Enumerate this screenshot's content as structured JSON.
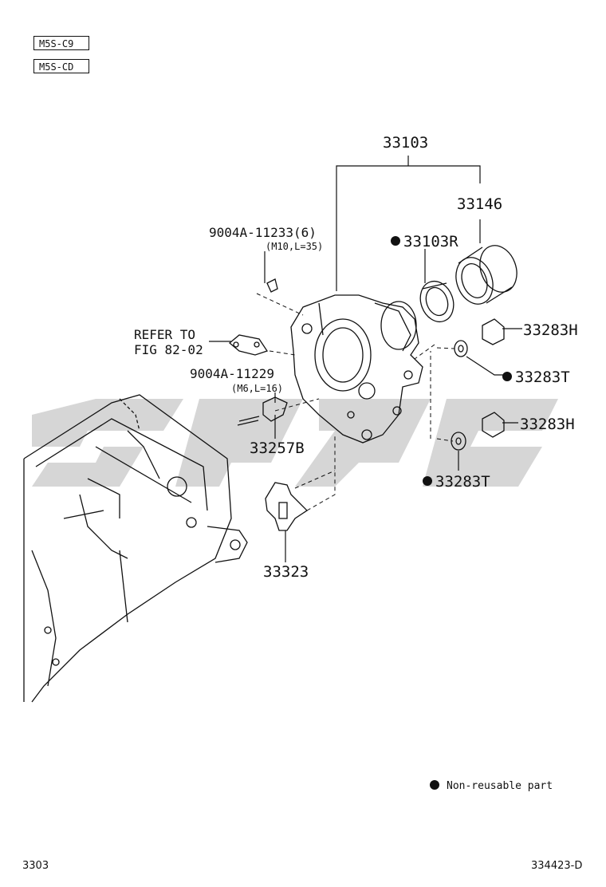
{
  "model_codes": [
    "M5S-C9",
    "M5S-CD"
  ],
  "parts": {
    "p33103": "33103",
    "p33146": "33146",
    "p33103R": "33103R",
    "p9004A_11233": "9004A-11233(6)",
    "p9004A_11233_spec": "(M10,L=35)",
    "refer_line1": "REFER TO",
    "refer_line2": "FIG 82-02",
    "p9004A_11229": "9004A-11229",
    "p9004A_11229_spec": "(M6,L=16)",
    "p33257B": "33257B",
    "p33323": "33323",
    "p33283H_a": "33283H",
    "p33283T_a": "33283T",
    "p33283H_b": "33283H",
    "p33283T_b": "33283T"
  },
  "legend": {
    "text": "Non-reusable part"
  },
  "footer": {
    "left": "3303",
    "right": "334423-D"
  },
  "colors": {
    "ink": "#111111",
    "watermark": "#d4d4d4"
  }
}
